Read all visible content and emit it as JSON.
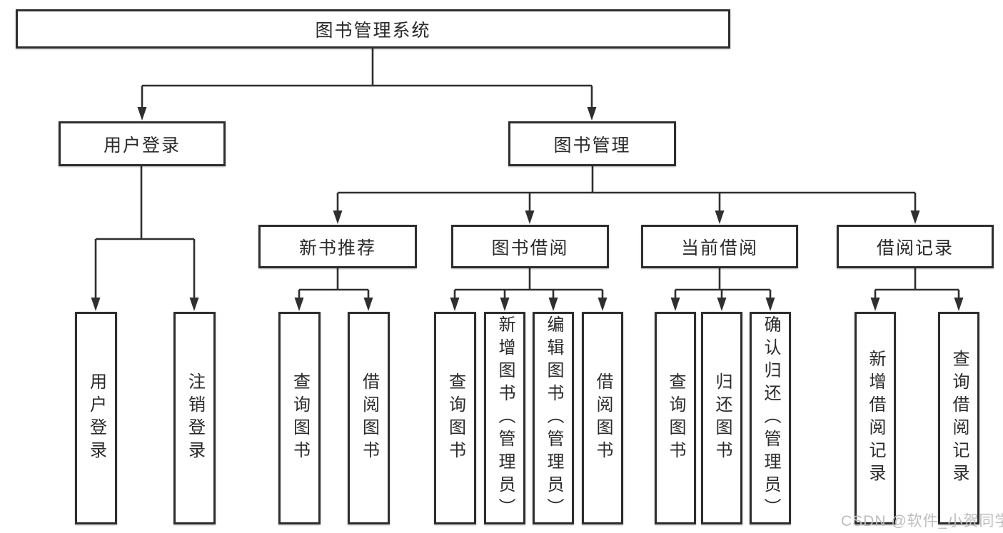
{
  "diagram": {
    "type": "hierarchy-tree",
    "title": "图书管理系统",
    "colors": {
      "line": "#2f2f2f",
      "box_border": "#2e2e2e",
      "box_background": "#ffffff",
      "text": "#2a2a2a",
      "watermark": "#bdbdbd"
    },
    "nodes": {
      "root": {
        "label": "图书管理系统"
      },
      "user_login": {
        "label": "用户登录"
      },
      "book_mgmt": {
        "label": "图书管理"
      },
      "new_book_rec": {
        "label": "新书推荐"
      },
      "book_borrow": {
        "label": "图书借阅"
      },
      "current_borrow": {
        "label": "当前借阅"
      },
      "borrow_records": {
        "label": "借阅记录"
      },
      "leaf_user_login": {
        "label": "用户登录"
      },
      "leaf_logout": {
        "label": "注销登录"
      },
      "leaf_nbr_query_book": {
        "label": "查询图书"
      },
      "leaf_nbr_borrow_book": {
        "label": "借阅图书"
      },
      "leaf_bb_query_book": {
        "label": "查询图书"
      },
      "leaf_bb_add_book": {
        "label": "新增图书（管理员）"
      },
      "leaf_bb_edit_book": {
        "label": "编辑图书（管理员）"
      },
      "leaf_bb_borrow_book": {
        "label": "借阅图书"
      },
      "leaf_cb_query_book": {
        "label": "查询图书"
      },
      "leaf_cb_return_book": {
        "label": "归还图书"
      },
      "leaf_cb_confirm_return": {
        "label": "确认归还（管理员）"
      },
      "leaf_br_add_record": {
        "label": "新增借阅记录"
      },
      "leaf_br_query_record": {
        "label": "查询借阅记录"
      }
    },
    "hierarchy": {
      "图书管理系统": {
        "用户登录": [
          "用户登录",
          "注销登录"
        ],
        "图书管理": {
          "新书推荐": [
            "查询图书",
            "借阅图书"
          ],
          "图书借阅": [
            "查询图书",
            "新增图书（管理员）",
            "编辑图书（管理员）",
            "借阅图书"
          ],
          "当前借阅": [
            "查询图书",
            "归还图书",
            "确认归还（管理员）"
          ],
          "借阅记录": [
            "新增借阅记录",
            "查询借阅记录"
          ]
        }
      }
    },
    "watermark": {
      "text": "CSDN @软件_小贺同学"
    }
  }
}
